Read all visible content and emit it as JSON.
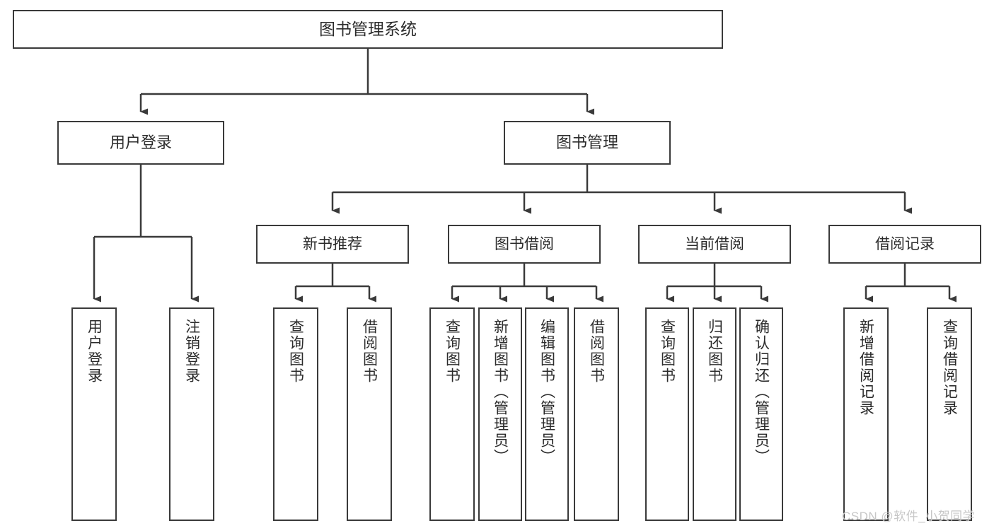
{
  "diagram": {
    "title": "图书管理系统",
    "type": "tree-hierarchy",
    "root": {
      "label": "图书管理系统"
    },
    "level2": [
      {
        "label": "用户登录"
      },
      {
        "label": "图书管理"
      }
    ],
    "level3": [
      {
        "label": "新书推荐"
      },
      {
        "label": "图书借阅"
      },
      {
        "label": "当前借阅"
      },
      {
        "label": "借阅记录"
      }
    ],
    "leaves": {
      "user_login": [
        {
          "label": "用户登录"
        },
        {
          "label": "注销登录"
        }
      ],
      "new_book_recommend": [
        {
          "label": "查询图书"
        },
        {
          "label": "借阅图书"
        }
      ],
      "book_borrow": [
        {
          "label": "查询图书"
        },
        {
          "label": "新增图书（管理员）"
        },
        {
          "label": "编辑图书（管理员）"
        },
        {
          "label": "借阅图书"
        }
      ],
      "current_borrow": [
        {
          "label": "查询图书"
        },
        {
          "label": "归还图书"
        },
        {
          "label": "确认归还（管理员）"
        }
      ],
      "borrow_record": [
        {
          "label": "新增借阅记录"
        },
        {
          "label": "查询借阅记录"
        }
      ]
    }
  },
  "watermark": {
    "text": "CSDN @软件_小贺同学"
  },
  "colors": {
    "border": "#3a3a3a",
    "text": "#2b2b2b",
    "background": "#ffffff",
    "watermark": "#c7c7c7"
  }
}
